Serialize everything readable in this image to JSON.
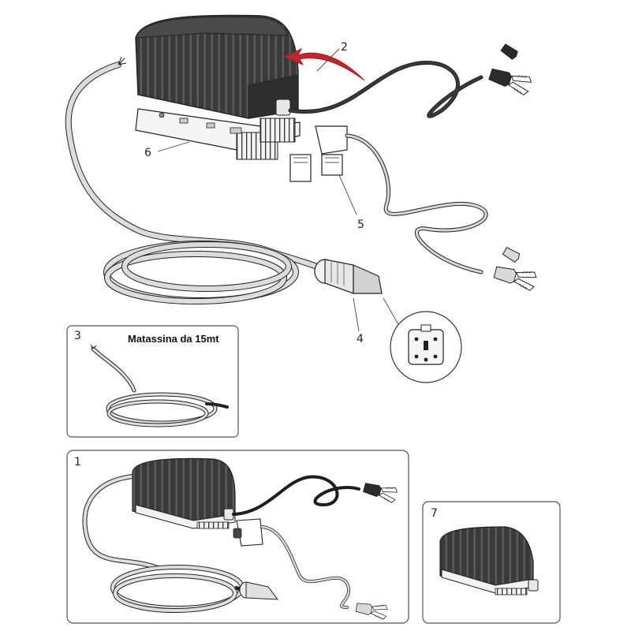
{
  "callouts": {
    "c1": "1",
    "c2": "2",
    "c3": "3",
    "c4": "4",
    "c5": "5",
    "c6": "6",
    "c7": "7"
  },
  "panel3": {
    "title": "Matassina da 15mt"
  },
  "colors": {
    "charger_body": "#3c3c3c",
    "charger_rib": "#2a2a2a",
    "cable_dark": "#2b2b2b",
    "cable_light": "#d6d6d6",
    "arrow_red": "#c0272d",
    "outline": "#222222"
  },
  "icons": {
    "charger": "charger-unit-icon",
    "heatsink": "heatsink-board-icon",
    "clamp": "battery-clamp-icon",
    "fuse": "fuse-holder-icon",
    "connector": "connector-plug-icon",
    "socket": "connector-socket-icon",
    "arrow": "red-arrow-icon"
  }
}
